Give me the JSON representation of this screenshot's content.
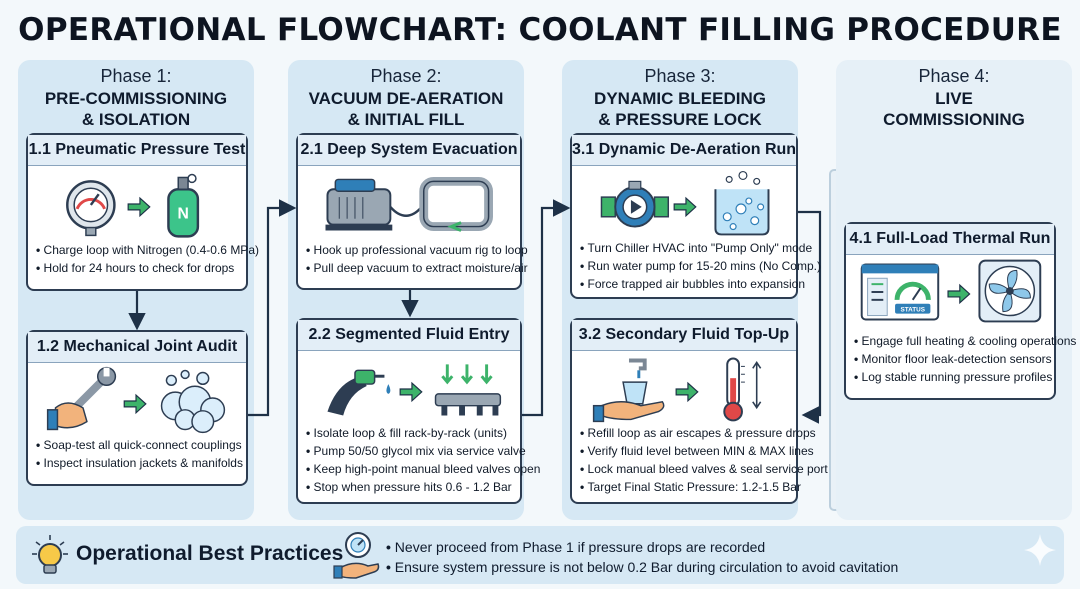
{
  "title": "OPERATIONAL FLOWCHART: COOLANT FILLING PROCEDURE",
  "phases": [
    {
      "label": "Phase 1:",
      "name_line1": "PRE-COMMISSIONING",
      "name_line2": "& ISOLATION",
      "cards": [
        {
          "title": "1.1 Pneumatic Pressure Test",
          "items": [
            "Charge loop with Nitrogen (0.4-0.6 MPa)",
            "Hold for 24 hours to check for drops"
          ]
        },
        {
          "title": "1.2 Mechanical Joint Audit",
          "items": [
            "Soap-test all quick-connect couplings",
            "Inspect insulation jackets & manifolds"
          ]
        }
      ]
    },
    {
      "label": "Phase 2:",
      "name_line1": "VACUUM DE-AERATION",
      "name_line2": "& INITIAL FILL",
      "cards": [
        {
          "title": "2.1 Deep System Evacuation",
          "items": [
            "Hook up professional vacuum rig to loop",
            "Pull deep vacuum to extract moisture/air"
          ]
        },
        {
          "title": "2.2 Segmented Fluid Entry",
          "items": [
            "Isolate loop & fill rack-by-rack (units)",
            "Pump 50/50 glycol mix via service valve",
            "Keep high-point manual bleed valves open",
            "Stop when pressure hits 0.6 - 1.2 Bar"
          ]
        }
      ]
    },
    {
      "label": "Phase 3:",
      "name_line1": "DYNAMIC BLEEDING",
      "name_line2": "& PRESSURE LOCK",
      "cards": [
        {
          "title": "3.1 Dynamic De-Aeration Run",
          "items": [
            "Turn Chiller HVAC into \"Pump Only\" mode",
            "Run water pump for 15-20 mins (No Comp.)",
            "Force trapped air bubbles into expansion"
          ]
        },
        {
          "title": "3.2 Secondary Fluid Top-Up",
          "items": [
            "Refill loop as air escapes & pressure drops",
            "Verify fluid level between MIN & MAX lines",
            "Lock manual bleed valves & seal service port",
            "Target Final Static Pressure: 1.2-1.5 Bar"
          ]
        }
      ]
    },
    {
      "label": "Phase 4:",
      "name_line1": "LIVE",
      "name_line2": "COMMISSIONING",
      "cards": [
        {
          "title": "4.1 Full-Load Thermal Run",
          "items": [
            "Engage full heating & cooling operations",
            "Monitor floor leak-detection sensors",
            "Log stable running pressure profiles"
          ]
        }
      ]
    }
  ],
  "icons": {
    "nitrogen_letter": "N",
    "status_label": "STATUS"
  },
  "footer": {
    "title": "Operational Best Practices",
    "items": [
      "Never proceed from Phase 1 if pressure drops are recorded",
      "Ensure system pressure is not below 0.2 Bar during circulation to avoid cavitation"
    ]
  },
  "colors": {
    "phase_bg": "#d6e8f4",
    "card_header_bg": "#e3eef7",
    "arrow_green": "#3db36a",
    "flow_line": "#1e3147",
    "accent_blue": "#2f7fb8"
  }
}
